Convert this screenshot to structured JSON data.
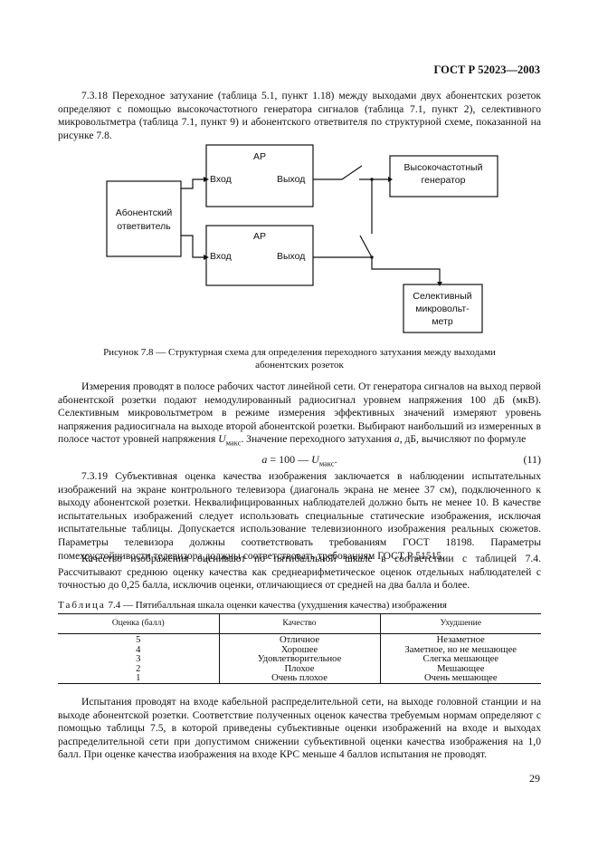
{
  "header": {
    "doc_id": "ГОСТ Р 52023—2003"
  },
  "p1": {
    "text": "7.3.18 Переходное затухание (таблица 5.1, пункт 1.18) между выходами двух абонентских розеток определяют с помощью высокочастотного генератора сигналов (таблица 7.1, пункт 2), селективного микровольтметра (таблица 7.1, пункт 9) и абонентского ответвителя по структурной схеме, показанной на рисунке 7.8."
  },
  "figure": {
    "ap1_title": "АР",
    "ap1_in": "Вход",
    "ap1_out": "Выход",
    "ap2_title": "АР",
    "ap2_in": "Вход",
    "ap2_out": "Выход",
    "tap_line1": "Абонентский",
    "tap_line2": "ответвитель",
    "gen_line1": "Высокочастотный",
    "gen_line2": "генератор",
    "meter_line1": "Селективный",
    "meter_line2": "микровольт-",
    "meter_line3": "метр",
    "caption_line1": "Рисунок 7.8 — Структурная схема для определения переходного затухания между выходами",
    "caption_line2": "абонентских розеток"
  },
  "p2": {
    "text_before": "Измерения проводят в полосе рабочих частот линейной сети. От генератора сигналов на выход первой абонентской розетки подают немодулированный радиосигнал уровнем напряжения 100 дБ (мкВ). Селективным микровольтметром в режиме измерения эффективных значений измеряют уровень напряжения радиосигнала на выходе второй абонентской розетки. Выбирают наибольший из измеренных в полосе частот уровней напряжения ",
    "u_symbol": "U",
    "u_sub": "макс",
    "text_after": ". Значение переходного затухания ",
    "a_symbol": "a",
    "text_end": ", дБ, вычисляют по формуле"
  },
  "formula": {
    "lhs": "a",
    "rhs": " = 100 — ",
    "u": "U",
    "u_sub": "макс",
    "end": ".",
    "number": "(11)"
  },
  "p3": {
    "text": "7.3.19 Субъективная оценка качества изображения заключается в наблюдении испытательных изображений на экране контрольного телевизора (диагональ экрана не менее 37 см), подключенного к выходу абонентской розетки. Неквалифицированных наблюдателей должно быть не менее 10. В качестве испытательных изображений следует использовать специальные статические изображения, исключая испытательные таблицы. Допускается использование телевизионного изображения реальных сюжетов. Параметры телевизора должны соответствовать требованиям ГОСТ 18198. Параметры помехоустойчивости телевизора должны соответствовать требованиям ГОСТ Р 51515."
  },
  "p4": {
    "text": "Качество изображения оценивают по пятибалльной шкале в соответствии с таблицей 7.4. Рассчитывают среднюю оценку качества как среднеарифметическое оценок отдельных наблюдателей с точностью до 0,25 балла, исключив оценки, отличающиеся от средней на два балла и более."
  },
  "table": {
    "caption_prefix": "Таблица",
    "caption_rest": " 7.4 — Пятибалльная шкала оценки качества (ухудшения качества) изображения",
    "headers": [
      "Оценка (балл)",
      "Качество",
      "Ухудшение"
    ],
    "rows": [
      [
        "5",
        "Отличное",
        "Незаметное"
      ],
      [
        "4",
        "Хорошее",
        "Заметное, но не мешающее"
      ],
      [
        "3",
        "Удовлетворительное",
        "Слегка мешающее"
      ],
      [
        "2",
        "Плохое",
        "Мешающее"
      ],
      [
        "1",
        "Очень плохое",
        "Очень мешающее"
      ]
    ]
  },
  "p5": {
    "text": "Испытания проводят на входе кабельной распределительной сети, на выходе головной станции и на выходе абонентской розетки. Соответствие полученных оценок качества требуемым нормам определяют с помощью таблицы 7.5, в которой приведены субъективные оценки изображений на входе и выходах распределительной сети при допустимом снижении субъективной оценки качества изображения на 1,0 балл. При оценке качества изображения на входе КРС меньше 4 баллов испытания не проводят."
  },
  "footer": {
    "page_number": "29"
  }
}
